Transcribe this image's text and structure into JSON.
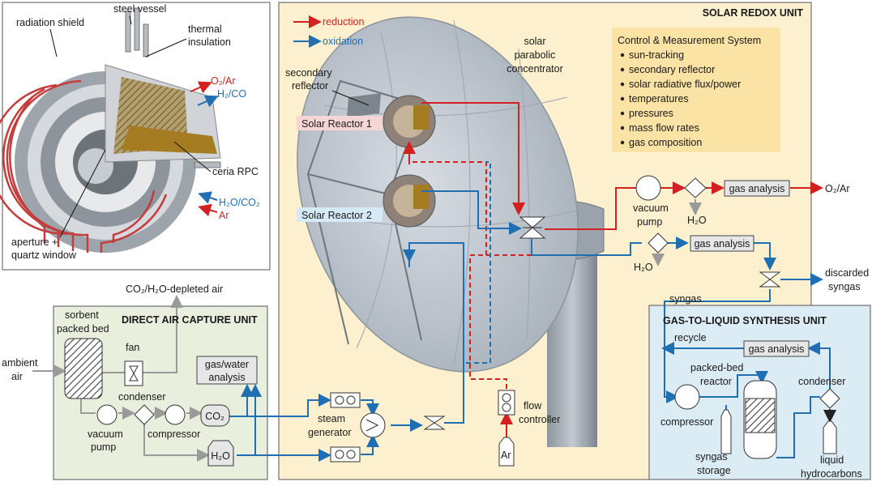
{
  "legend": {
    "reduction": "reduction",
    "oxidation": "oxidation"
  },
  "cutaway": {
    "radiation_shield": "radiation shield",
    "steel_vessel": "steel vessel",
    "thermal_insulation_1": "thermal",
    "thermal_insulation_2": "insulation",
    "o2_ar": "O₂/Ar",
    "h2_co": "H₂/CO",
    "ceria_rpc": "ceria RPC",
    "h2o_co2": "H₂O/CO₂",
    "ar": "Ar",
    "aperture_1": "aperture +",
    "aperture_2": "quartz window"
  },
  "solar_unit": {
    "title": "SOLAR REDOX UNIT",
    "concentrator_1": "solar",
    "concentrator_2": "parabolic",
    "concentrator_3": "concentrator",
    "secondary_reflector_1": "secondary",
    "secondary_reflector_2": "reflector",
    "reactor_1": "Solar Reactor 1",
    "reactor_2": "Solar Reactor 2",
    "control_title": "Control & Measurement System",
    "control_items": [
      "sun-tracking",
      "secondary reflector",
      "solar radiative flux/power",
      "temperatures",
      "pressures",
      "mass flow rates",
      "gas composition"
    ],
    "vacuum_pump_1": "vacuum",
    "vacuum_pump_2": "pump",
    "h2o_out_top": "H₂O",
    "gas_analysis_top": "gas analysis",
    "o2_ar_out": "O₂/Ar",
    "gas_analysis_mid": "gas analysis",
    "h2o_out_mid": "H₂O",
    "discarded_1": "discarded",
    "discarded_2": "syngas",
    "syngas": "syngas",
    "flow_controller_1": "flow",
    "flow_controller_2": "controller",
    "steam_generator_1": "steam",
    "steam_generator_2": "generator",
    "ar_bottle": "Ar"
  },
  "dac_unit": {
    "title": "DIRECT AIR CAPTURE UNIT",
    "depleted_air": "CO₂/H₂O-depleted air",
    "sorbent_1": "sorbent",
    "sorbent_2": "packed bed",
    "fan": "fan",
    "gas_water_1": "gas/water",
    "gas_water_2": "analysis",
    "ambient_1": "ambient",
    "ambient_2": "air",
    "condenser": "condenser",
    "vacuum_1": "vacuum",
    "vacuum_2": "pump",
    "compressor": "compressor",
    "co2": "CO₂",
    "h2o": "H₂O"
  },
  "gtl_unit": {
    "title": "GAS-TO-LIQUID SYNTHESIS UNIT",
    "recycle": "recycle",
    "gas_analysis": "gas analysis",
    "reactor_1": "packed-bed",
    "reactor_2": "reactor",
    "condenser": "condenser",
    "compressor": "compressor",
    "storage_1": "syngas",
    "storage_2": "storage",
    "liquid_1": "liquid",
    "liquid_2": "hydrocarbons"
  },
  "colors": {
    "reduction": "#d32020",
    "oxidation": "#1f6fb2",
    "air": "#9a9a9a",
    "solar_bg": "#fdf0cf",
    "dac_bg": "#e8f0dd",
    "gtl_bg": "#dcecf5",
    "control_bg": "#fbe3a6"
  }
}
